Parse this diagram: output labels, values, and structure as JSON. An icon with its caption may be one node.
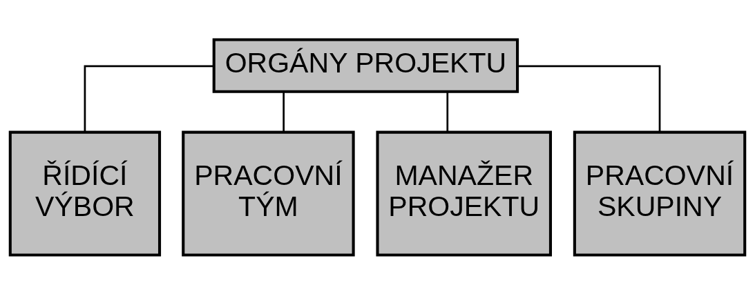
{
  "diagram": {
    "nodes": [
      {
        "text": [
          "ORGÁNY PROJEKTU"
        ]
      },
      {
        "text": [
          "ŘÍDÍCÍ VÝBOR"
        ]
      },
      {
        "text": [
          "PRACOVNÍ TÝM"
        ]
      },
      {
        "text": [
          "MANAŽER PROJEKTU"
        ]
      },
      {
        "text": [
          "PRACOVNÍ SKUPINY"
        ]
      }
    ],
    "edges": [
      {
        "from": 0,
        "to": 1,
        "arrow": "none"
      },
      {
        "from": 0,
        "to": 2,
        "arrow": "none"
      },
      {
        "from": 0,
        "to": 3,
        "arrow": "none"
      },
      {
        "from": 0,
        "to": 4,
        "arrow": "none"
      }
    ]
  }
}
